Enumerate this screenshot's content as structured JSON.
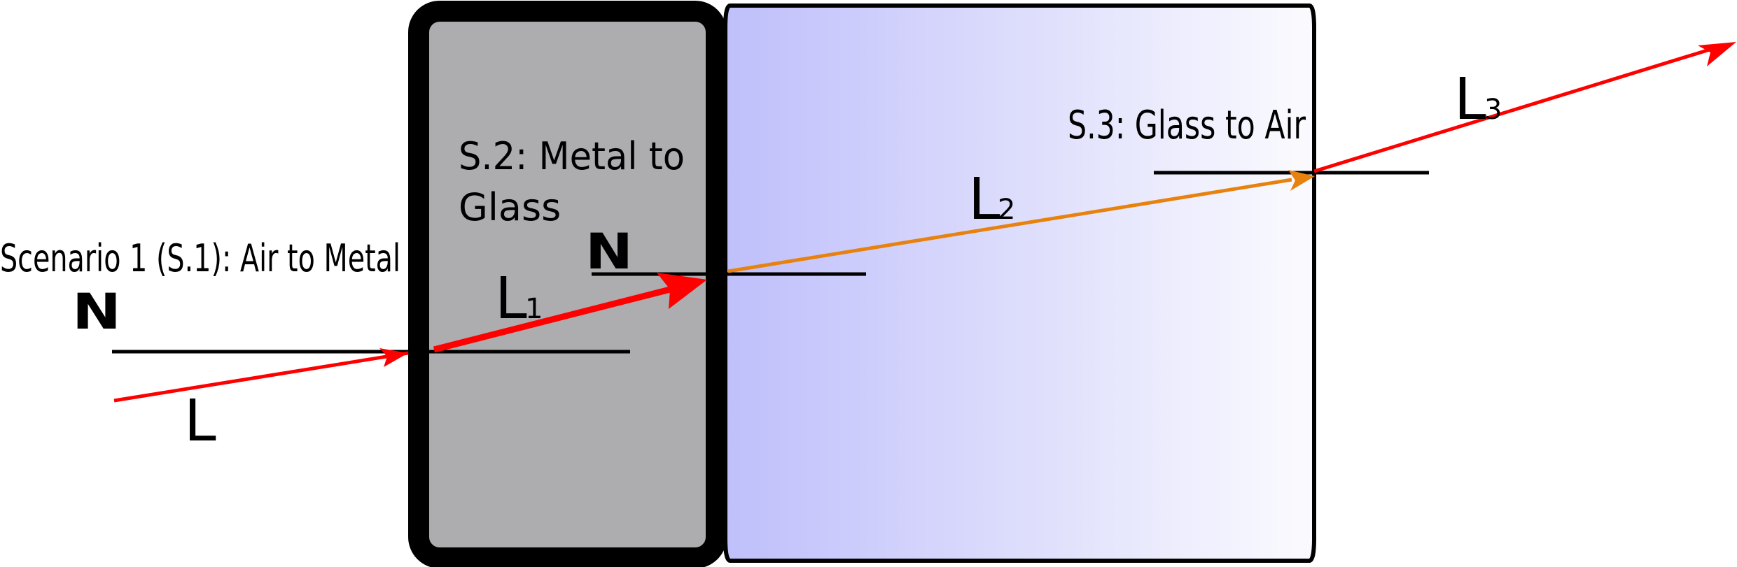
{
  "scenarios": {
    "s1": "Scenario 1 (S.1): Air to Metal",
    "s2_line1": "S.2: Metal to",
    "s2_line2": "Glass",
    "s3": "S.3: Glass to Air"
  },
  "normals": {
    "n1": "N",
    "n2": "N"
  },
  "rays": {
    "incident": "L",
    "l1_base": "L",
    "l1_sub": "1",
    "l2_base": "L",
    "l2_sub": "2",
    "l3_base": "L",
    "l3_sub": "3"
  },
  "colors": {
    "metal_fill": "#adacae",
    "metal_border": "#000000",
    "glass_left": "#bfbffb",
    "glass_right": "#fbfbfe",
    "ray_red": "#ff0000",
    "ray_orange": "#e8820e",
    "normal_line": "#000000"
  }
}
